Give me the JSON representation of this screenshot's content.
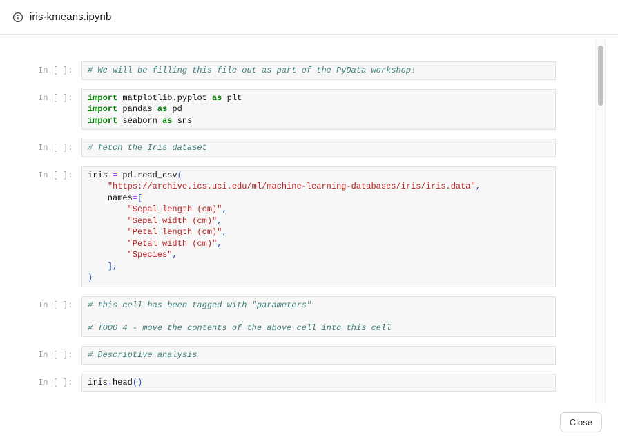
{
  "header": {
    "title": "iris-kmeans.ipynb",
    "info_icon": "info-circle-icon"
  },
  "footer": {
    "close_label": "Close"
  },
  "colors": {
    "keyword": "#008000",
    "operator": "#AA22FF",
    "comment": "#408080",
    "string": "#BA2121",
    "punctuation": "#1C55C4",
    "prompt": "#9B9B9B",
    "cellbg": "#F7F7F7",
    "cellborder": "#E0E0E0"
  },
  "notebook": {
    "prompt_label": "In [ ]:",
    "cells": [
      {
        "lines": [
          [
            [
              "# We will be filling this file out as part of the PyData workshop!",
              "com"
            ]
          ]
        ]
      },
      {
        "lines": [
          [
            [
              "import",
              "kw"
            ],
            [
              " matplotlib.pyplot "
            ],
            [
              "as",
              "kw"
            ],
            [
              " plt"
            ]
          ],
          [
            [
              "import",
              "kw"
            ],
            [
              " pandas "
            ],
            [
              "as",
              "kw"
            ],
            [
              " pd"
            ]
          ],
          [
            [
              "import",
              "kw"
            ],
            [
              " seaborn "
            ],
            [
              "as",
              "kw"
            ],
            [
              " sns"
            ]
          ]
        ]
      },
      {
        "lines": [
          [
            [
              "# fetch the Iris dataset",
              "com"
            ]
          ]
        ]
      },
      {
        "lines": [
          [
            [
              "iris "
            ],
            [
              "=",
              "op"
            ],
            [
              " pd"
            ],
            [
              ".",
              "op"
            ],
            [
              "read_csv"
            ],
            [
              "(",
              "pu"
            ]
          ],
          [
            [
              "    "
            ],
            [
              "\"https://archive.ics.uci.edu/ml/machine-learning-databases/iris/iris.data\"",
              "str"
            ],
            [
              ",",
              "pu"
            ]
          ],
          [
            [
              "    names"
            ],
            [
              "=",
              "op"
            ],
            [
              "[",
              "pu"
            ]
          ],
          [
            [
              "        "
            ],
            [
              "\"Sepal length (cm)\"",
              "str"
            ],
            [
              ",",
              "pu"
            ]
          ],
          [
            [
              "        "
            ],
            [
              "\"Sepal width (cm)\"",
              "str"
            ],
            [
              ",",
              "pu"
            ]
          ],
          [
            [
              "        "
            ],
            [
              "\"Petal length (cm)\"",
              "str"
            ],
            [
              ",",
              "pu"
            ]
          ],
          [
            [
              "        "
            ],
            [
              "\"Petal width (cm)\"",
              "str"
            ],
            [
              ",",
              "pu"
            ]
          ],
          [
            [
              "        "
            ],
            [
              "\"Species\"",
              "str"
            ],
            [
              ",",
              "pu"
            ]
          ],
          [
            [
              "    "
            ],
            [
              "]",
              "pu"
            ],
            [
              ",",
              "pu"
            ]
          ],
          [
            [
              ")",
              "pu"
            ]
          ]
        ]
      },
      {
        "lines": [
          [
            [
              "# this cell has been tagged with \"parameters\"",
              "com"
            ]
          ],
          [],
          [
            [
              "# TODO 4 - move the contents of the above cell into this cell",
              "com"
            ]
          ]
        ]
      },
      {
        "lines": [
          [
            [
              "# Descriptive analysis",
              "com"
            ]
          ]
        ]
      },
      {
        "lines": [
          [
            [
              "iris"
            ],
            [
              ".",
              "op"
            ],
            [
              "head"
            ],
            [
              "(",
              "pu"
            ],
            [
              ")",
              "pu"
            ]
          ]
        ]
      }
    ]
  }
}
